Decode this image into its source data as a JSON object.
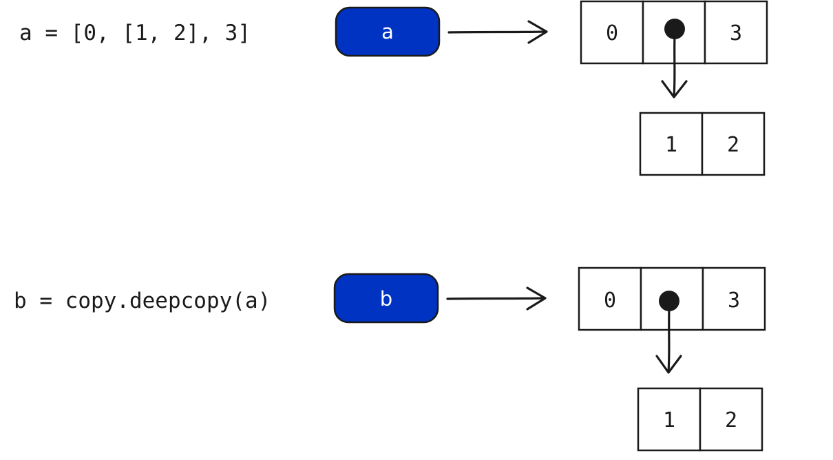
{
  "colors": {
    "variable_fill": "#0033c2",
    "ink": "#1a1a1a",
    "background": "#ffffff"
  },
  "rows": [
    {
      "code": "a = [0, [1, 2], 3]",
      "variable": "a",
      "outer_cells": [
        "0",
        "",
        "3"
      ],
      "inner_cells": [
        "1",
        "2"
      ]
    },
    {
      "code": "b = copy.deepcopy(a)",
      "variable": "b",
      "outer_cells": [
        "0",
        "",
        "3"
      ],
      "inner_cells": [
        "1",
        "2"
      ]
    }
  ]
}
